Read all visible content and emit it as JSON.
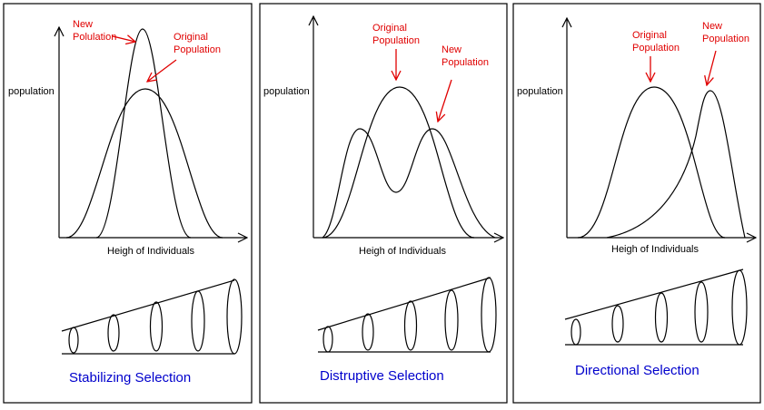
{
  "panels": [
    {
      "y_label": "population",
      "x_label": "Heigh of Individuals",
      "ann_a_1": "New",
      "ann_a_2": "Polulation",
      "ann_b_1": "Original",
      "ann_b_2": "Population",
      "title": "Stabilizing Selection"
    },
    {
      "y_label": "population",
      "x_label": "Heigh of Individuals",
      "ann_a_1": "Original",
      "ann_a_2": "Population",
      "ann_b_1": "New",
      "ann_b_2": "Population",
      "title": "Distruptive Selection"
    },
    {
      "y_label": "population",
      "x_label": "Heigh of Individuals",
      "ann_a_1": "Original",
      "ann_a_2": "Population",
      "ann_b_1": "New",
      "ann_b_2": "Population",
      "title": "Directional Selection"
    }
  ],
  "colors": {
    "annotation": "#e00000",
    "title": "#0000cc",
    "line": "#000000"
  }
}
